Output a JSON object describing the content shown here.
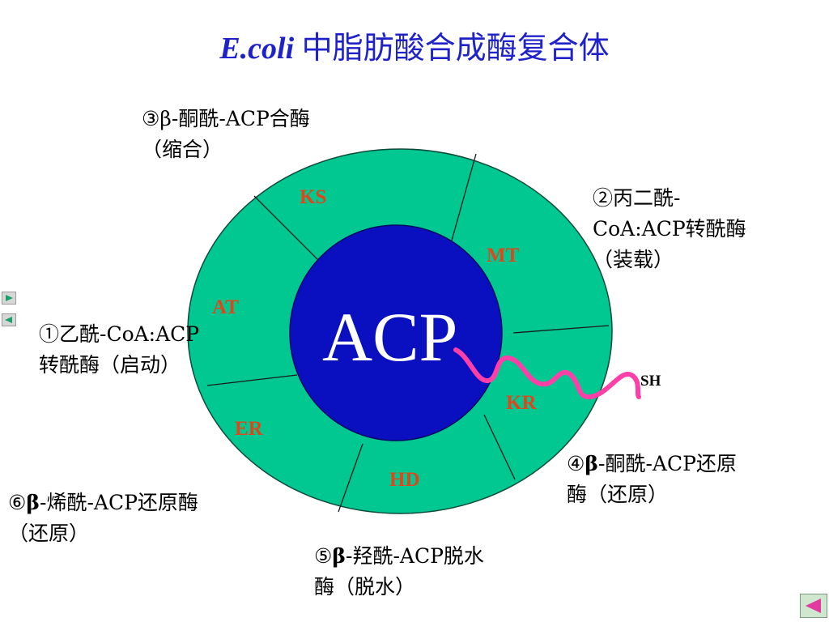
{
  "title": {
    "italic": "E.coli",
    "rest": " 中脂肪酸合成酶复合体"
  },
  "center": "ACP",
  "thiol": "SH",
  "segments": {
    "ks": "KS",
    "mt": "MT",
    "at": "AT",
    "kr": "KR",
    "er": "ER",
    "hd": "HD"
  },
  "annotations": {
    "a3": {
      "line1": "③β-酮酰-ACP合酶",
      "line2": "（缩合）"
    },
    "a2": {
      "line1": "②丙二酰-",
      "line2": "CoA:ACP转酰酶",
      "line3": "（装载）"
    },
    "a1": {
      "line1": "①乙酰-CoA:ACP",
      "line2": "转酰酶（启动）"
    },
    "a4": {
      "num": "④",
      "beta": "β",
      "line1": "-酮酰-ACP还原",
      "line2": "酶（还原）"
    },
    "a6": {
      "num": "⑥",
      "beta": "β",
      "line1": "-烯酰-ACP还原酶",
      "line2": "（还原）"
    },
    "a5": {
      "num": "⑤",
      "beta": "β",
      "line1": "-羟酰-ACP脱水",
      "line2": "酶（脱水）"
    }
  },
  "colors": {
    "ring": "#00c890",
    "core": "#0a10c0",
    "arm": "#ff3fa8",
    "segment_label": "#e0461c",
    "title": "#1f22c9"
  },
  "icons": {
    "nav_next": "play-right-icon",
    "nav_prev": "play-left-icon",
    "nav_home": "play-left-icon"
  }
}
